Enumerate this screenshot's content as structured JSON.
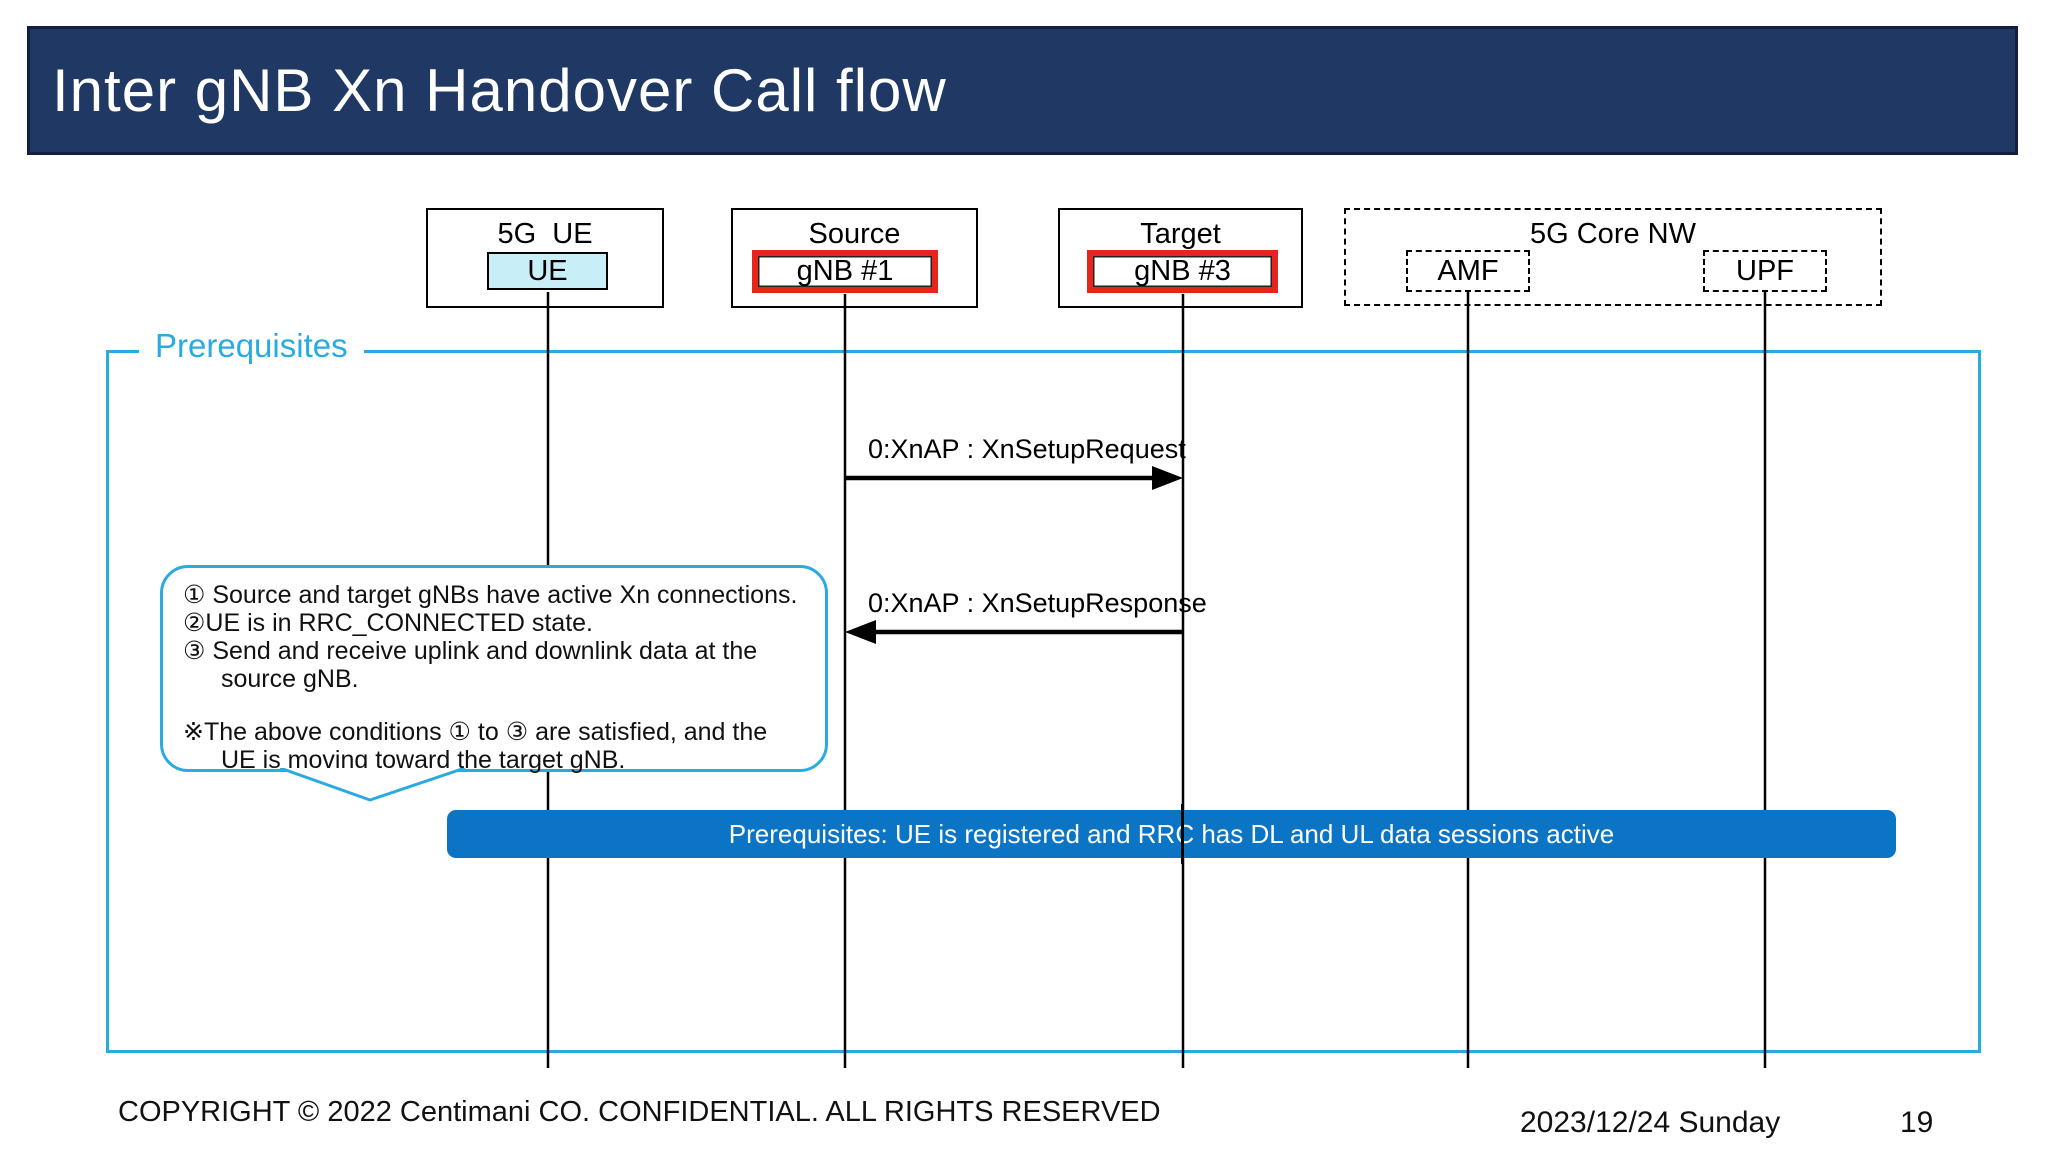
{
  "title": "Inter gNB Xn Handover Call flow",
  "actors": {
    "ue_group": "5G  UE",
    "ue_node": "UE",
    "source_group": "Source",
    "source_node": "gNB #1",
    "target_group": "Target",
    "target_node": "gNB #3",
    "core_group": "5G Core NW",
    "amf_node": "AMF",
    "upf_node": "UPF"
  },
  "prerequisites": {
    "section_label": "Prerequisites",
    "callout": {
      "lines": [
        "① Source and target gNBs have active Xn connections.",
        "②UE is in RRC_CONNECTED state.",
        "③ Send and receive uplink and downlink data at the",
        "source gNB.",
        "※The above conditions ① to ③ are satisfied, and the",
        "UE is moving toward the target gNB."
      ]
    },
    "banner": "Prerequisites: UE is registered and RRC has DL and UL data sessions active"
  },
  "messages": [
    {
      "label": "0:XnAP : XnSetupRequest",
      "from": "gNB #1",
      "to": "gNB #3",
      "direction": "right"
    },
    {
      "label": "0:XnAP : XnSetupResponse",
      "from": "gNB #3",
      "to": "gNB #1",
      "direction": "left"
    }
  ],
  "footer": {
    "copyright": "COPYRIGHT © 2022 Centimani CO. CONFIDENTIAL. ALL RIGHTS RESERVED",
    "date": "2023/12/24 Sunday",
    "page": "19"
  },
  "colors": {
    "title_bg": "#1F3864",
    "accent_cyan": "#29ABE2",
    "banner_blue": "#0B74C4",
    "node_red": "#E8251D",
    "ue_fill": "#C8EFF7",
    "line_black": "#000000"
  }
}
